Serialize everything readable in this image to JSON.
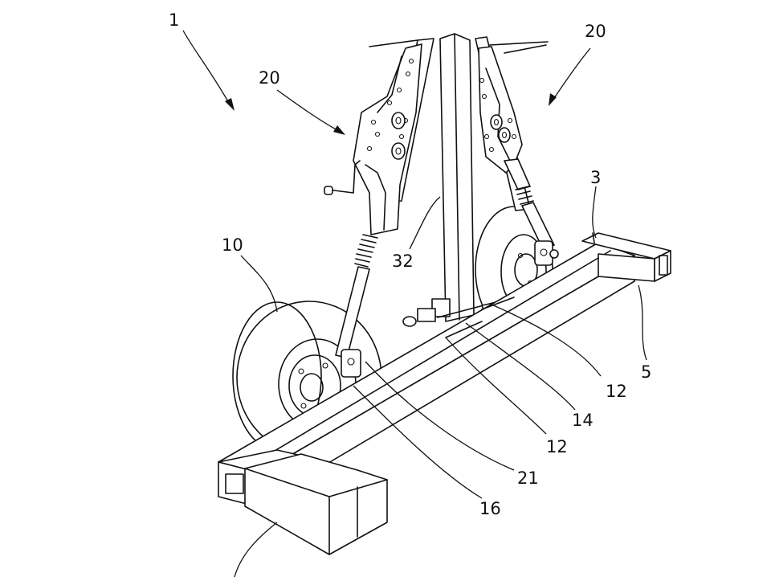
{
  "figure": {
    "labels": {
      "device": "1",
      "assembly_left": "20",
      "assembly_right": "20",
      "frame": "3",
      "wheel": "10",
      "mast": "32",
      "end_tube": "5",
      "bracket_a": "12",
      "bracket_b": "14",
      "bracket_c": "12",
      "rod": "21",
      "axle": "16"
    }
  }
}
